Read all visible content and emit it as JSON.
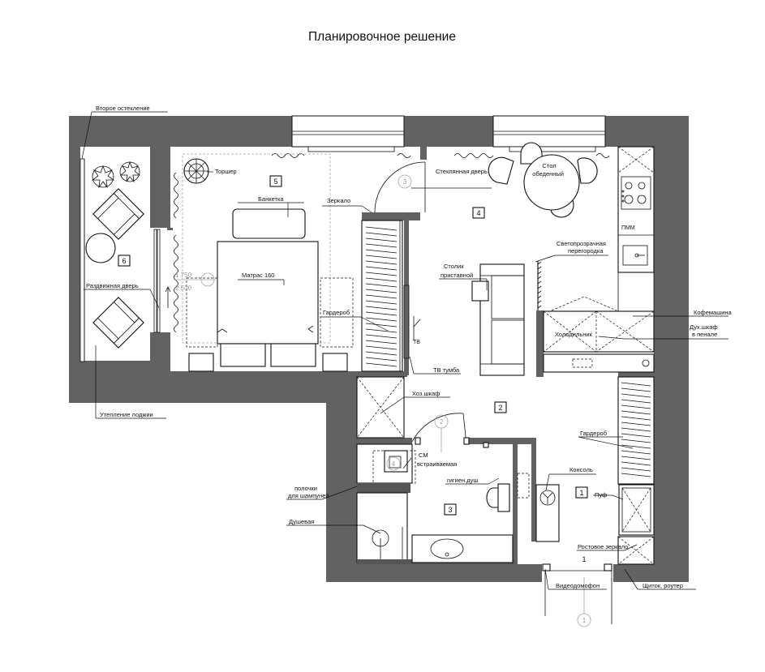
{
  "title": "Планировочное решение",
  "rooms": {
    "r1": "1",
    "r2": "2",
    "r3": "3",
    "r4": "4",
    "r5": "5",
    "r6": "6"
  },
  "markers": {
    "m1": "1",
    "m2": "2",
    "m3": "3",
    "m4": "4",
    "m6": "6"
  },
  "dimensions": {
    "d1": "1 750",
    "d2": "2 500"
  },
  "labels": {
    "vtoroe_osteklenie": "Второе остекление",
    "torsher": "Торшер",
    "steklyannaya_dver": "Стеклянная дверь",
    "stol": "Стол",
    "obedennyi": "обеденный",
    "banketka": "Банкетка",
    "zerkalo": "Зеркало",
    "matras": "Матрас 160",
    "razdvizhnaya_dver": "Раздвижная дверь",
    "svetoprozrachnaya": "Светопрозрачная",
    "peregorodka": "перегородка",
    "stolik": "Столик",
    "pristavnoi": "приставной",
    "garderob_1": "Гардероб",
    "kofemashina": "Кофемашина",
    "dukh_shkaf": "Дух.шкаф",
    "v_penale": "в пенале",
    "kholodilnik": "Холодильник",
    "tv_tumba": "ТВ тумба",
    "tv_small": "ТВ",
    "utepl_lodzhii": "Утепление лоджии",
    "khoz_shkaf": "Хоз.шкаф",
    "garderob_2": "Гардероб",
    "sm": "СМ",
    "vstraivaemaya": "встраиваемая",
    "konsol": "Консоль",
    "polochki": "полочки",
    "dlya_shampunei": "для шампуней",
    "gigien_dush": "гигиен.душ",
    "puf": "Пуф",
    "dushevaya": "Душевая",
    "rostovoe_zerkalo": "Ростовое зеркало",
    "videodomofon": "Видеодомофон",
    "shchitok": "Щиток, роутер",
    "pmm": "ПММ"
  },
  "colors": {
    "wall": "#626262",
    "line": "#111111",
    "hidden_line": "#a5a5a5"
  }
}
